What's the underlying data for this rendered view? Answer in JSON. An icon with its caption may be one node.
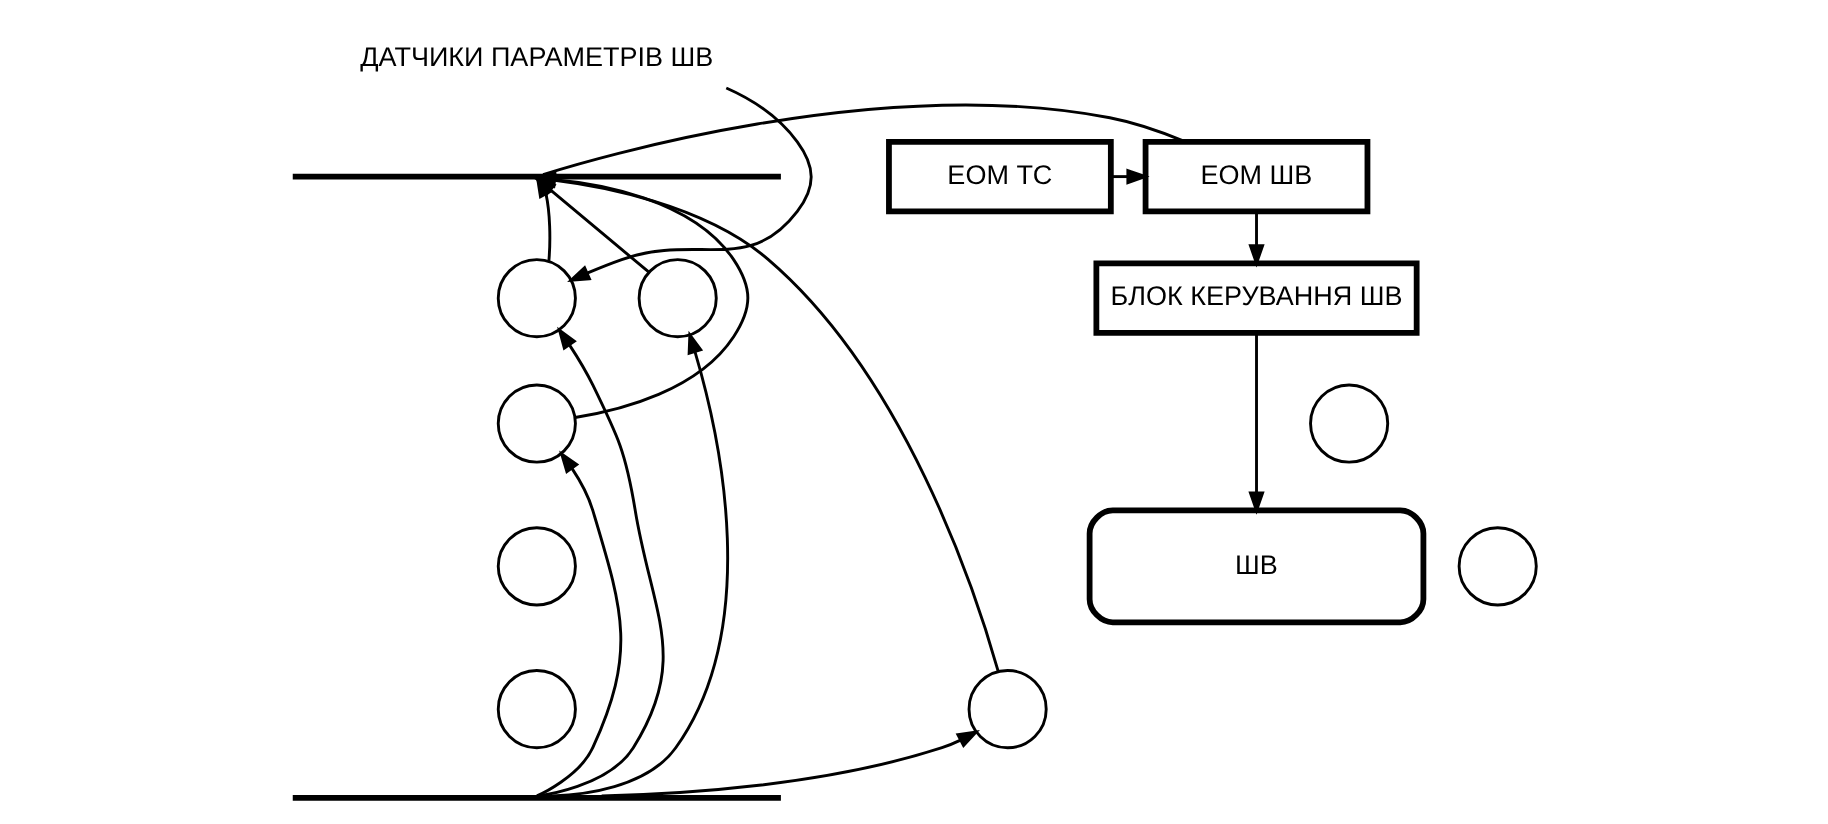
{
  "diagram": {
    "nodes": [
      {
        "text": [
          "ДАТЧИКИ ПАРАМЕТРІВ ШВ"
        ]
      },
      {
        "text": [],
        "shape": "bar"
      },
      {
        "text": [
          "ЕОМ ШВ"
        ]
      },
      {
        "text": [
          "ЕОМ ТС"
        ]
      },
      {
        "text": [],
        "shape": "circle"
      },
      {
        "text": [],
        "shape": "circle"
      },
      {
        "text": [],
        "shape": "circle"
      },
      {
        "text": [],
        "shape": "circle"
      },
      {
        "text": [],
        "shape": "circle"
      },
      {
        "text": [],
        "shape": "circle"
      },
      {
        "text": [],
        "shape": "circle"
      },
      {
        "text": [],
        "shape": "circle"
      },
      {
        "text": [
          "БЛОК КЕРУВАННЯ ШВ"
        ]
      },
      {
        "text": [
          "ШВ"
        ]
      },
      {
        "text": [],
        "shape": "bar"
      }
    ],
    "edges": [
      {
        "from": 0,
        "to": 4,
        "arrow": "to"
      },
      {
        "from": 14,
        "to": 4,
        "arrow": "to"
      },
      {
        "from": 14,
        "to": 5,
        "arrow": "to"
      },
      {
        "from": 14,
        "to": 6,
        "arrow": "to"
      },
      {
        "from": 14,
        "to": 11,
        "arrow": "to"
      },
      {
        "from": 4,
        "to": 1,
        "arrow": "to"
      },
      {
        "from": 5,
        "to": 1,
        "arrow": "to"
      },
      {
        "from": 6,
        "to": 1,
        "arrow": "to"
      },
      {
        "from": 11,
        "to": 1,
        "arrow": "to"
      },
      {
        "from": 1,
        "to": 2,
        "arrow": "none"
      },
      {
        "from": 3,
        "to": 2,
        "arrow": "to"
      },
      {
        "from": 2,
        "to": 12,
        "arrow": "to"
      },
      {
        "from": 12,
        "to": 13,
        "arrow": "to"
      }
    ]
  }
}
